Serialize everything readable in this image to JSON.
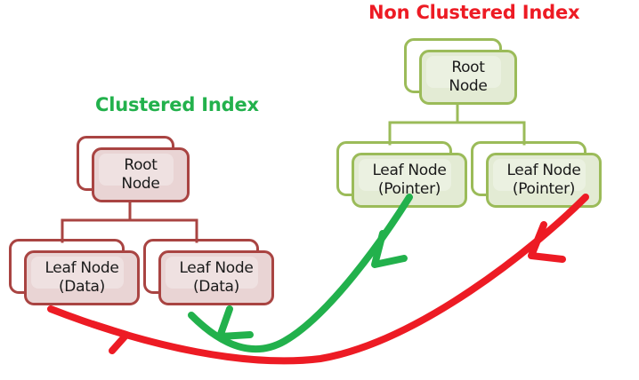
{
  "diagram": {
    "title_left": "Clustered Index",
    "title_right": "Non Clustered Index",
    "colors": {
      "clustered_title": "#22b14c",
      "nonclustered_title": "#ed1b24",
      "clustered_node_border": "#a94442",
      "clustered_node_fill": "#e9d4d4",
      "nonclustered_node_border": "#9bbb59",
      "nonclustered_node_fill": "#e3ebd4",
      "green_arrow": "#22b14c",
      "red_arrow": "#ed1b24",
      "background": "#ffffff"
    },
    "clustered": {
      "root_label": "Root\nNode",
      "leaf_left_label": "Leaf Node\n(Data)",
      "leaf_right_label": "Leaf Node\n(Data)"
    },
    "nonclustered": {
      "root_label": "Root\nNode",
      "leaf_left_label": "Leaf Node\n(Pointer)",
      "leaf_right_label": "Leaf Node\n(Pointer)"
    },
    "arrows": [
      {
        "name": "green-pointer-to-data",
        "color": "#22b14c",
        "from": "nonclustered-leaf-left",
        "to": "clustered-leaf-right"
      },
      {
        "name": "red-pointer-to-data",
        "color": "#ed1b24",
        "from": "nonclustered-leaf-right",
        "to": "clustered-leaf-left"
      }
    ]
  }
}
